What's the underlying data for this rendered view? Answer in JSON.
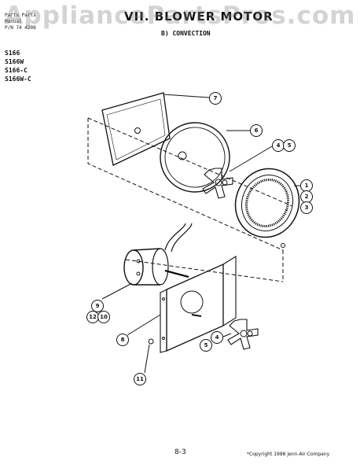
{
  "watermark": "AppliancePartsPros.com",
  "header": {
    "line1": "Parts Parts",
    "line2": "Manual",
    "line3": "P/N 74 4208",
    "title": "VII. BLOWER MOTOR",
    "subtitle": "B) CONVECTION"
  },
  "models": [
    "S166",
    "S166W",
    "S166-C",
    "S166W-C"
  ],
  "callouts": [
    "7",
    "6",
    "4",
    "5",
    "1",
    "2",
    "3",
    "9",
    "12",
    "10",
    "8",
    "4",
    "5",
    "11"
  ],
  "footer": {
    "page": "8-3",
    "copyright": "*Copyright 1988 Jenn-Air Company"
  }
}
